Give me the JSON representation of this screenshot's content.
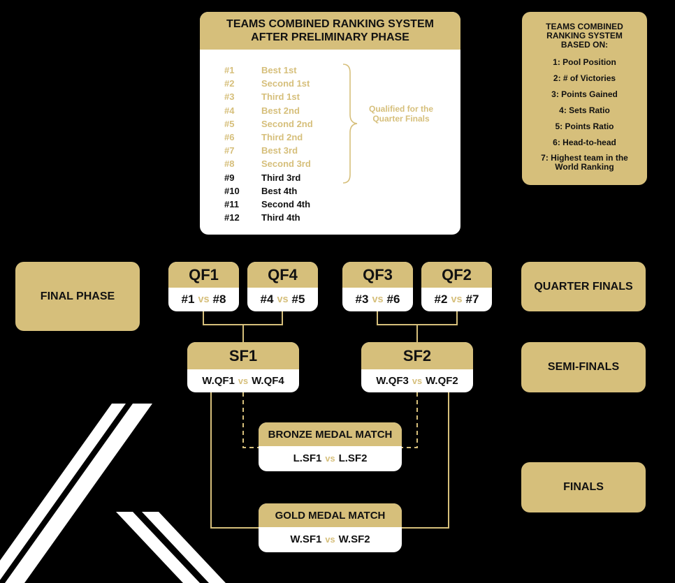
{
  "ranking": {
    "title_line1": "TEAMS COMBINED RANKING SYSTEM",
    "title_line2": "AFTER PRELIMINARY PHASE",
    "rows": [
      {
        "num": "#1",
        "label": "Best 1st"
      },
      {
        "num": "#2",
        "label": "Second 1st"
      },
      {
        "num": "#3",
        "label": "Third 1st"
      },
      {
        "num": "#4",
        "label": "Best 2nd"
      },
      {
        "num": "#5",
        "label": "Second 2nd"
      },
      {
        "num": "#6",
        "label": "Third 2nd"
      },
      {
        "num": "#7",
        "label": "Best 3rd"
      },
      {
        "num": "#8",
        "label": "Second 3rd"
      },
      {
        "num": "#9",
        "label": "Third 3rd"
      },
      {
        "num": "#10",
        "label": "Best 4th"
      },
      {
        "num": "#11",
        "label": "Second 4th"
      },
      {
        "num": "#12",
        "label": "Third 4th"
      }
    ],
    "qualified_label": "Qualified for the Quarter Finals"
  },
  "criteria": {
    "title": "TEAMS COMBINED RANKING SYSTEM BASED ON:",
    "items": [
      "1: Pool Position",
      "2:  # of Victories",
      "3: Points Gained",
      "4: Sets Ratio",
      "5: Points Ratio",
      "6: Head-to-head",
      "7: Highest team in the World Ranking"
    ]
  },
  "phase_label": "FINAL PHASE",
  "stage_labels": {
    "quarter": "QUARTER FINALS",
    "semi": "SEMI-FINALS",
    "finals": "FINALS"
  },
  "vs": "vs",
  "quarter_finals": [
    {
      "name": "QF1",
      "a": "#1",
      "b": "#8"
    },
    {
      "name": "QF4",
      "a": "#4",
      "b": "#5"
    },
    {
      "name": "QF3",
      "a": "#3",
      "b": "#6"
    },
    {
      "name": "QF2",
      "a": "#2",
      "b": "#7"
    }
  ],
  "semi_finals": [
    {
      "name": "SF1",
      "a": "W.QF1",
      "b": "W.QF4"
    },
    {
      "name": "SF2",
      "a": "W.QF3",
      "b": "W.QF2"
    }
  ],
  "bronze": {
    "name": "BRONZE MEDAL MATCH",
    "a": "L.SF1",
    "b": "L.SF2"
  },
  "gold": {
    "name": "GOLD MEDAL MATCH",
    "a": "W.SF1",
    "b": "W.SF2"
  },
  "colors": {
    "gold": "#d6bf7b",
    "background": "#000000",
    "card": "#ffffff"
  }
}
